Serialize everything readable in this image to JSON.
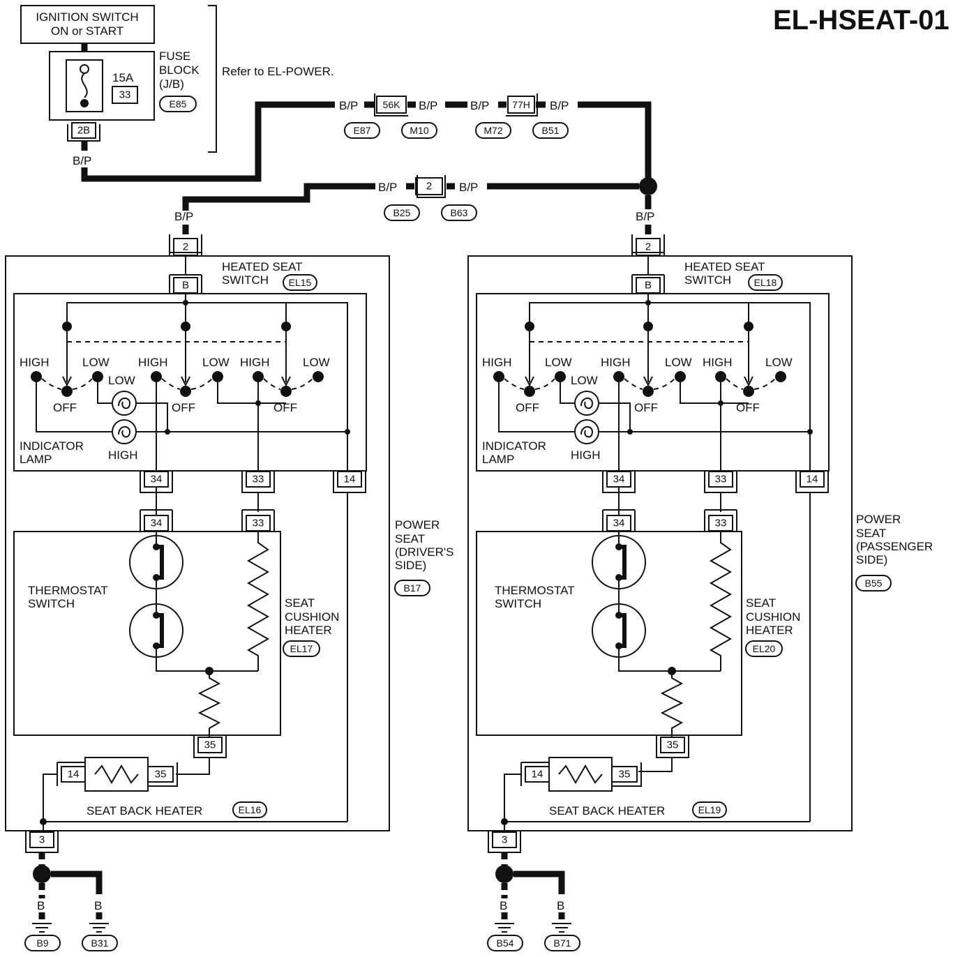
{
  "title": "EL-HSEAT-01",
  "ignition": {
    "label_line1": "IGNITION SWITCH",
    "label_line2": "ON or START"
  },
  "fuse_block": {
    "label_line1": "FUSE",
    "label_line2": "BLOCK",
    "label_line3": "(J/B)",
    "ref": "E85",
    "rating": "15A",
    "fuse_no": "33",
    "terminal": "2B",
    "note": "Refer to EL-POWER."
  },
  "wire_color": "B/P",
  "ground_wire_color": "B",
  "inline_connectors": {
    "c1": "56K",
    "c1_left": "E87",
    "c1_right": "M10",
    "c2": "77H",
    "c2_left": "M72",
    "c2_right": "B51",
    "c3": "2",
    "c3_left": "B25",
    "c3_right": "B63"
  },
  "common": {
    "switch_line1": "HEATED SEAT",
    "switch_line2": "SWITCH",
    "high": "HIGH",
    "low": "LOW",
    "off": "OFF",
    "indicator_line1": "INDICATOR",
    "indicator_line2": "LAMP",
    "thermostat_line1": "THERMOSTAT",
    "thermostat_line2": "SWITCH",
    "cushion_line1": "SEAT",
    "cushion_line2": "CUSHION",
    "cushion_line3": "HEATER",
    "back_heater": "SEAT BACK HEATER"
  },
  "driver": {
    "switch_ref": "EL15",
    "cushion_ref": "EL17",
    "back_ref": "EL16",
    "seat_line1": "POWER",
    "seat_line2": "SEAT",
    "seat_line3": "(DRIVER'S",
    "seat_line4": "SIDE)",
    "seat_ref": "B17",
    "ground_refs": [
      "B9",
      "B31"
    ]
  },
  "passenger": {
    "switch_ref": "EL18",
    "cushion_ref": "EL20",
    "back_ref": "EL19",
    "seat_line1": "POWER",
    "seat_line2": "SEAT",
    "seat_line3": "(PASSENGER",
    "seat_line4": " SIDE)",
    "seat_ref": "B55",
    "ground_refs": [
      "B54",
      "B71"
    ]
  },
  "pins": {
    "supply": "2",
    "switch_supply": "B",
    "p34": "34",
    "p33": "33",
    "p14": "14",
    "p35": "35",
    "ground": "3"
  }
}
